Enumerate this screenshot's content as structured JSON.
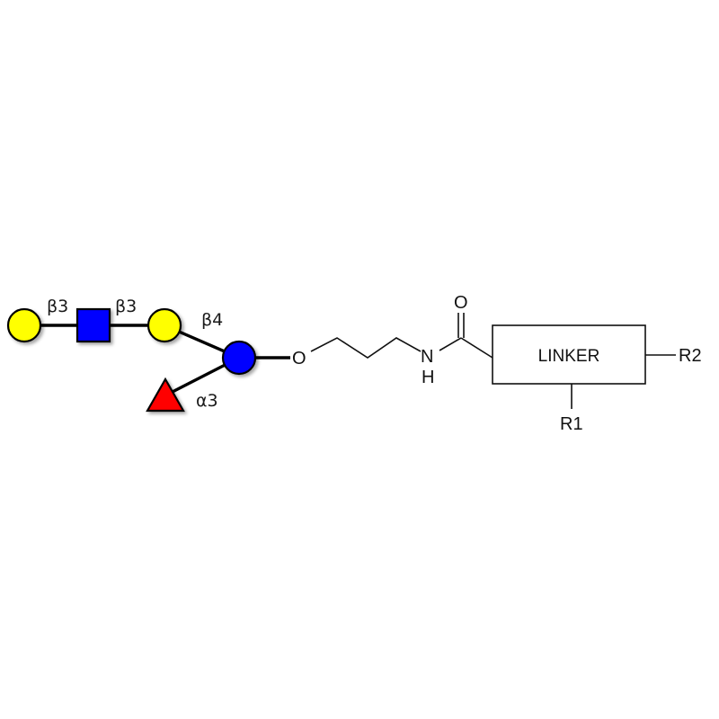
{
  "glycan": {
    "residues": [
      {
        "id": "gal-terminal",
        "shape": "circle",
        "color": "#ffff00"
      },
      {
        "id": "glcnac",
        "shape": "square",
        "color": "#0000ff"
      },
      {
        "id": "gal",
        "shape": "circle",
        "color": "#ffff00"
      },
      {
        "id": "glc",
        "shape": "circle",
        "color": "#0000ff"
      },
      {
        "id": "fuc",
        "shape": "triangle",
        "color": "#ff0000"
      }
    ],
    "linkages": {
      "gal_glcnac": "β3",
      "glcnac_gal": "β3",
      "gal_glc": "β4",
      "fuc_glc": "α3"
    }
  },
  "spacer": {
    "oxygen": "O",
    "nitrogen": "N",
    "hydrogen": "H",
    "carbonyl_oxygen": "O"
  },
  "linker": {
    "label": "LINKER",
    "r1": "R1",
    "r2": "R2"
  }
}
